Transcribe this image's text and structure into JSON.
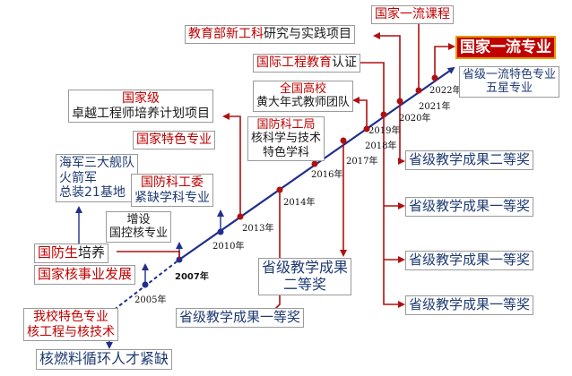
{
  "years": [
    "2005年",
    "2007年",
    "2010年",
    "2013年",
    "2014年",
    "2016年",
    "2017年",
    "2018年",
    "2019年",
    "2020年",
    "2021年",
    "2022年"
  ],
  "left_items": {
    "nuclear_fuel": "核燃料循环人才紧缺",
    "school_feature": [
      "我校特色专业",
      "核工程与核技术"
    ],
    "nuclear_industry": "国家核事业发展",
    "defense_training": {
      "part1": "国防生",
      "part2": "培养"
    },
    "navy": [
      "海军三大舰队",
      "火箭军",
      "总装21基地"
    ],
    "defense_major": [
      "增设",
      "国控核专业"
    ],
    "defense_committee": [
      "国防科工委",
      "紧缺学科专业"
    ],
    "national_feature": "国家特色专业",
    "excellent_engineer": [
      "国家级",
      "卓越工程师培养计划项目"
    ],
    "defense_bureau": [
      "国防科工局",
      "核科学与技术",
      "特色学科"
    ],
    "teacher_team": [
      "全国高校",
      "黄大年式教师团队"
    ],
    "intl_accreditation": {
      "part1": "国际工程教育",
      "part2": "认证"
    },
    "moe_project": {
      "part1": "教育部新工科",
      "part2": "研究与实践项目"
    },
    "national_course": "国家一流课程",
    "national_major": "国家一流专业",
    "provincial_major": [
      "省级一流特色专业",
      "五星专业"
    ]
  },
  "awards": {
    "bottom_first": "省级教学成果一等奖",
    "middle_second": [
      "省级教学成果",
      "二等奖"
    ],
    "right_second": "省级教学成果二等奖",
    "right_first": "省级教学成果一等奖"
  },
  "colors": {
    "axis_blue": "#1f2f8c",
    "milestone_red": "#b01010",
    "text_red": "#c00000",
    "text_navy": "#1f3b73",
    "highlight_bg": "#c00000",
    "highlight_border": "#e59b00"
  }
}
